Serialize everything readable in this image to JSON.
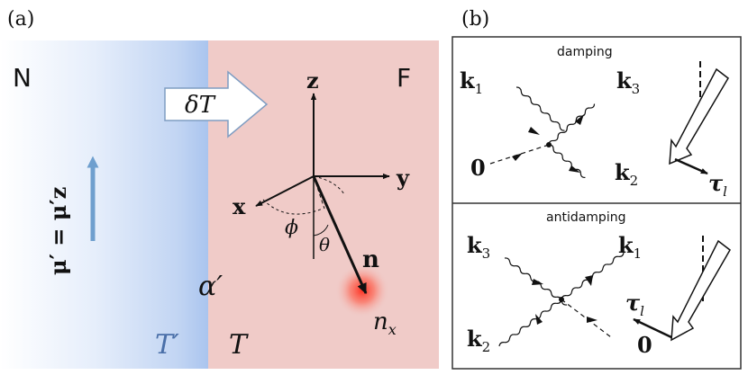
{
  "panel_a": {
    "label": "(a)",
    "region_N": "N",
    "region_F": "F",
    "heat_flow": "δT",
    "chem_potential": "μ′ = μ′z",
    "interface_param": "α′",
    "temp_N": "T′",
    "temp_F": "T",
    "axis_z": "z",
    "axis_y": "y",
    "axis_x": "x",
    "angle_phi": "ϕ",
    "angle_theta": "θ",
    "vec_n": "n",
    "n_x": {
      "base": "n",
      "sub": "x"
    }
  },
  "panel_b": {
    "label": "(b)",
    "damping": {
      "title": "damping",
      "k1": {
        "base": "k",
        "sub": "1"
      },
      "k3": {
        "base": "k",
        "sub": "3"
      },
      "k2": {
        "base": "k",
        "sub": "2"
      },
      "zero": "0",
      "tau": {
        "base": "τ",
        "sub": "l"
      }
    },
    "antidamping": {
      "title": "antidamping",
      "k3": {
        "base": "k",
        "sub": "3"
      },
      "k1": {
        "base": "k",
        "sub": "1"
      },
      "k2": {
        "base": "k",
        "sub": "2"
      },
      "zero": "0",
      "tau": {
        "base": "τ",
        "sub": "l"
      }
    }
  },
  "colors": {
    "normal_blue": "#a9c4ee",
    "ferro_pink": "#f0cbc8",
    "arrow_blue": "#6f9fce",
    "text_dark": "#111111",
    "red_glow": "#ff2a1a"
  }
}
